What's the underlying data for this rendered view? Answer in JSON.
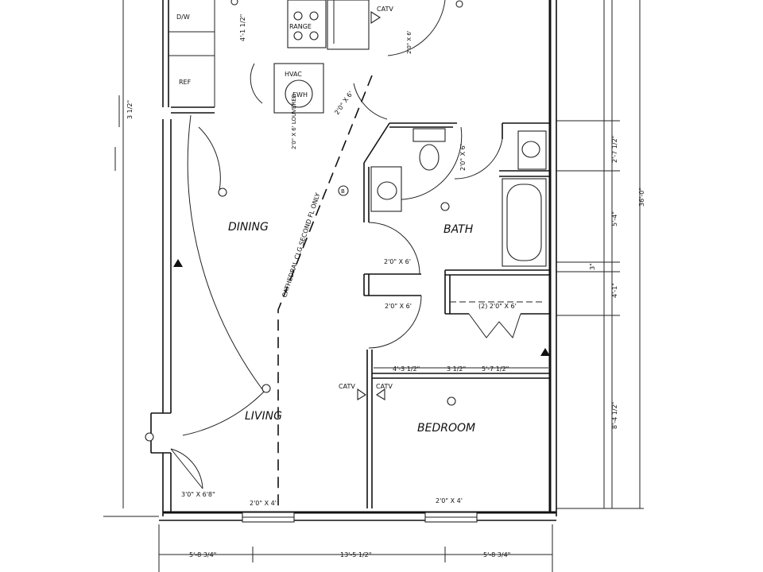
{
  "rooms": {
    "dining": "DINING",
    "living": "LIVING",
    "bath": "BATH",
    "bedroom": "BEDROOM"
  },
  "fixtures": {
    "range": "RANGE",
    "dw": "D/W",
    "ref": "REF",
    "hvac": "HVAC",
    "ewh": "EWH",
    "catv_kitchen": "CATV",
    "catv_living": "CATV",
    "catv_bedroom": "CATV",
    "b_marker": "B"
  },
  "annotations": {
    "cathedral": "CATHEDRAL CLG SECOND FL ONLY",
    "laundry": "2'0\" X 6' LOUVERED",
    "hall_closet": "2'0\" X 6'",
    "bath_door": "2'0\" X 6'",
    "bath_door2": "2'0\" X 6'",
    "bedroom_door": "2'0\" X 6'",
    "closet": "(2) 2'0\" X 6'",
    "entry_door": "3'0\" X 6'8\"",
    "window_living": "2'0\" X 4'",
    "window_bedroom": "2'0\" X 4'",
    "kitchen_door": "2'0\" X 6'"
  },
  "dimensions": {
    "bottom_left": "5'-8 3/4\"",
    "bottom_mid": "13'-5 1/2\"",
    "bottom_right": "5'-8 3/4\"",
    "right_1": "2'-7 1/2\"",
    "right_2": "5'-4\"",
    "right_3": "3\"",
    "right_4": "4'-1\"",
    "right_5": "8'-4 1/2\"",
    "right_total": "36'-0\"",
    "inner_1": "4'-3 1/2\"",
    "inner_2": "3 1/2\"",
    "inner_3": "5'-7 1/2\"",
    "left_1": "3 1/2\"",
    "top_1": "4'-1 1/2\""
  }
}
